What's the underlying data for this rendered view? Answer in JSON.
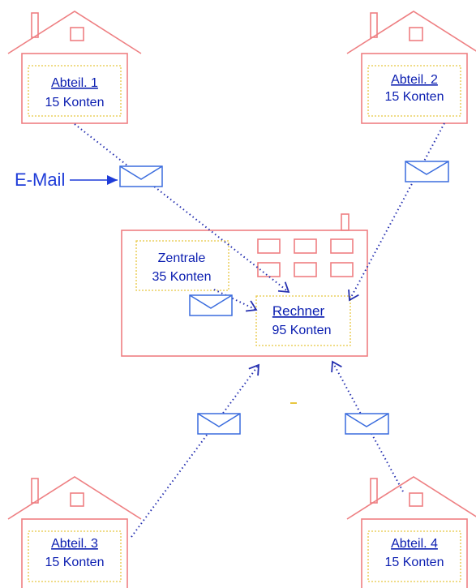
{
  "colors": {
    "building": "#ee7f82",
    "box_border": "#e8c640",
    "text": "#0a1db0",
    "envelope": "#3a6cde",
    "arrow": "#2530b0",
    "email_label": "#1f3cd8"
  },
  "email_label": "E-Mail",
  "departments": [
    {
      "name": "Abteil. 1",
      "accounts": "15 Konten"
    },
    {
      "name": "Abteil. 2",
      "accounts": "15 Konten"
    },
    {
      "name": "Abteil. 3",
      "accounts": "15 Konten"
    },
    {
      "name": "Abteil. 4",
      "accounts": "15 Konten"
    }
  ],
  "headquarters": {
    "name": "Zentrale",
    "accounts": "35 Konten"
  },
  "server": {
    "name": "Rechner",
    "accounts": "95 Konten"
  }
}
